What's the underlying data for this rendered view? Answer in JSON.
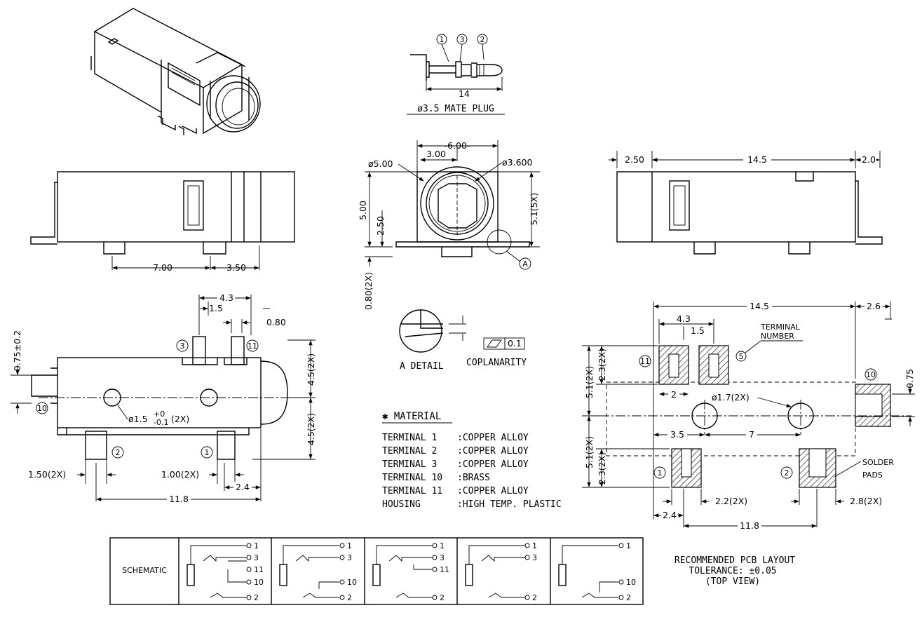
{
  "mate_plug": {
    "callout_1": "1",
    "callout_3": "3",
    "callout_2": "2",
    "dim_length": "14",
    "label": "ø3.5 MATE PLUG"
  },
  "front_view": {
    "dim_width": "-6.00-",
    "dim_half": "3.00",
    "dim_outer_dia": "ø5.00",
    "dim_inner_dia": "ø3.600",
    "dim_height": "5.00",
    "dim_center": "2.50",
    "dim_right": "5.1(5X)",
    "dim_leg": "0.80(2X)",
    "detail_ref": "A"
  },
  "left_side_view": {
    "dim_a": "7.00",
    "dim_b": "3.50"
  },
  "right_side_view": {
    "dim_left": "2.50",
    "dim_length": "14.5",
    "dim_right": "2.0"
  },
  "bottom_view": {
    "dim_top_span": "4.3",
    "dim_top_inner": "1.5",
    "dim_top_pin": "0.80",
    "dim_tol": "0.75±0.2",
    "dim_right_upper": "4.5(2X)",
    "dim_right_lower": "4.5(2X)",
    "hole_label": "ø1.5",
    "hole_tol_upper": "+0",
    "hole_tol_lower": "-0.1",
    "hole_suffix": "(2X)",
    "dim_left_pin": "1.50(2X)",
    "dim_mid_pin": "1.00(2X)",
    "dim_pitch": "2.4",
    "dim_total": "11.8",
    "callouts": [
      "3",
      "11",
      "10",
      "2",
      "1"
    ]
  },
  "detail": {
    "label": "A DETAIL",
    "coplanarity_label": "COPLANARITY",
    "coplanarity_value": "0.1"
  },
  "material": {
    "title": "✱ MATERIAL",
    "rows": [
      {
        "item": "TERMINAL 1",
        "value": ":COPPER ALLOY"
      },
      {
        "item": "TERMINAL 2",
        "value": ":COPPER ALLOY"
      },
      {
        "item": "TERMINAL 3",
        "value": ":COPPER ALLOY"
      },
      {
        "item": "TERMINAL 10",
        "value": ":BRASS"
      },
      {
        "item": "TERMINAL 11",
        "value": ":COPPER ALLOY"
      },
      {
        "item": "HOUSING",
        "value": ":HIGH TEMP. PLASTIC"
      }
    ]
  },
  "pcb_layout": {
    "dim_total": "14.5",
    "dim_right": "2.6",
    "dim_top_span": "4.3",
    "dim_top_inner": "1.5",
    "terminal_label_1": "TERMINAL",
    "terminal_label_2": "NUMBER",
    "dim_left_upper": "5.1(2X)",
    "dim_left_upper_b": "2.3(2X)",
    "dim_left_lower": "5.1(2X)",
    "dim_left_lower_b": "2.3(2X)",
    "dim_pad_w": "2",
    "hole_label": "ø1.7(2X)",
    "dim_3_5": "3.5",
    "dim_7": "7",
    "dim_0_75": "0.75",
    "dim_2_2": "2.2(2X)",
    "dim_2_8": "2.8(2X)",
    "dim_2_4": "2.4",
    "dim_11_8": "11.8",
    "solder_1": "SOLDER",
    "solder_2": "PADS",
    "callouts": [
      "11",
      "5",
      "10",
      "1",
      "2"
    ],
    "caption_1": "RECOMMENDED PCB LAYOUT",
    "caption_2": "TOLERANCE: ±0.05",
    "caption_3": "(TOP VIEW)"
  },
  "schematic": {
    "label": "SCHEMATIC",
    "cells": [
      {
        "pins": [
          "1",
          "3",
          "11",
          "10",
          "2"
        ]
      },
      {
        "pins": [
          "1",
          "3",
          "10",
          "2"
        ]
      },
      {
        "pins": [
          "1",
          "3",
          "11",
          "2"
        ]
      },
      {
        "pins": [
          "1",
          "3",
          "2"
        ]
      },
      {
        "pins": [
          "1",
          "10",
          "2"
        ]
      }
    ]
  }
}
